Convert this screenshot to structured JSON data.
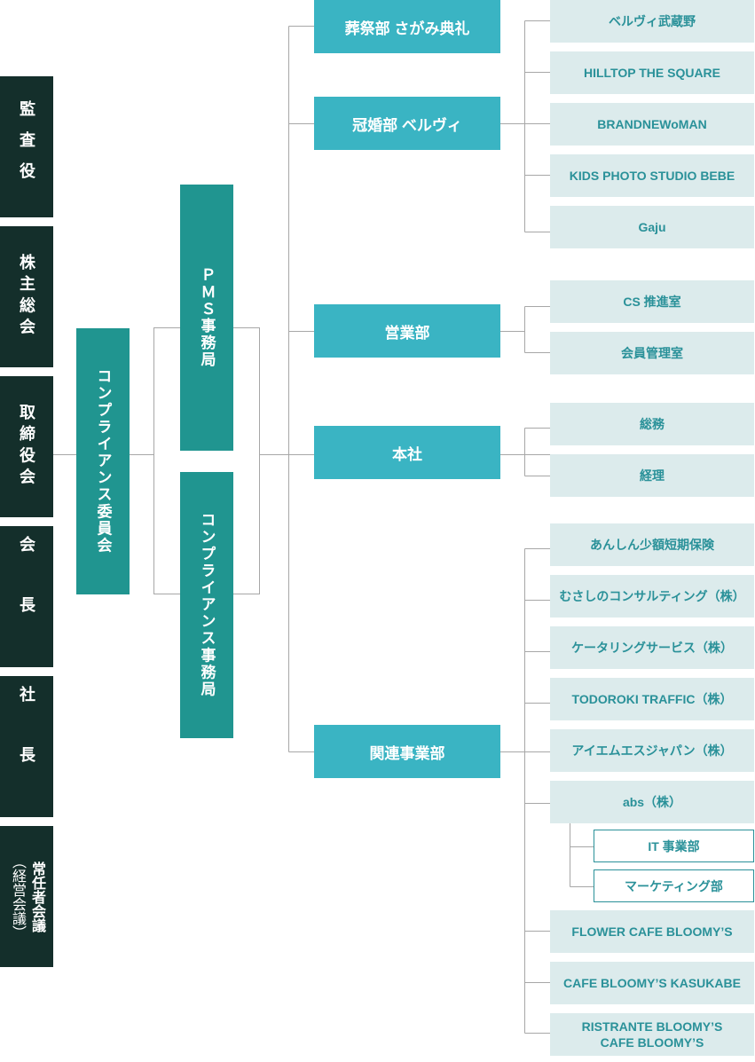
{
  "left_column": [
    {
      "label": "監査役"
    },
    {
      "label": "株主総会"
    },
    {
      "label": "取締役会"
    },
    {
      "label": "会長"
    },
    {
      "label": "社長"
    },
    {
      "label": "常任者会議",
      "sub": "（経営会議）"
    }
  ],
  "committee": "コンプライアンス委員会",
  "offices": {
    "pms": "ＰＭＳ事務局",
    "compliance": "コンプライアンス事務局"
  },
  "departments": [
    {
      "label": "葬祭部 さがみ典礼",
      "children": []
    },
    {
      "label": "冠婚部 ベルヴィ",
      "children": [
        "ベルヴィ武蔵野",
        "HILLTOP THE SQUARE",
        "BRANDNEWoMAN",
        "KIDS PHOTO STUDIO BEBE",
        "Gaju"
      ]
    },
    {
      "label": "営業部",
      "children": [
        "CS 推進室",
        "会員管理室"
      ]
    },
    {
      "label": "本社",
      "children": [
        "総務",
        "経理"
      ]
    },
    {
      "label": "関連事業部",
      "children": [
        "あんしん少額短期保険",
        "むさしのコンサルティング（株）",
        "ケータリングサービス（株）",
        "TODOROKI TRAFFIC（株）",
        "アイエムエスジャパン（株）",
        "abs（株）",
        "FLOWER CAFE BLOOMY’S",
        "CAFE BLOOMY’S KASUKABE",
        "RISTRANTE BLOOMY’S\nCAFE BLOOMY’S"
      ]
    }
  ],
  "abs_units": [
    "IT 事業部",
    "マーケティング部"
  ],
  "colors": {
    "dark": "#142f2b",
    "committee": "#209590",
    "department": "#3ab4c3",
    "subunit_bg": "#dcebec",
    "subunit_text": "#2a9199",
    "line": "#999999"
  }
}
